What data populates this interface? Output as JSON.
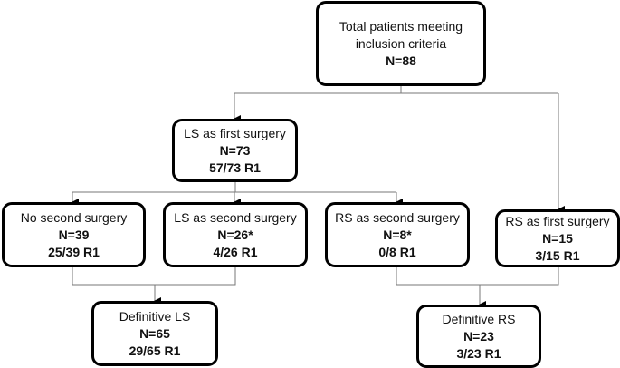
{
  "nodes": {
    "total": {
      "title_line1": "Total patients meeting",
      "title_line2": "inclusion criteria",
      "n": "N=88"
    },
    "ls_first": {
      "title": "LS as first surgery",
      "n": "N=73",
      "r1": "57/73 R1"
    },
    "no_second": {
      "title": "No second surgery",
      "n": "N=39",
      "r1": "25/39 R1"
    },
    "ls_second": {
      "title": "LS as second surgery",
      "n": "N=26*",
      "r1": "4/26 R1"
    },
    "rs_second": {
      "title": "RS as second surgery",
      "n": "N=8*",
      "r1": "0/8 R1"
    },
    "rs_first": {
      "title": "RS as first surgery",
      "n": "N=15",
      "r1": "3/15 R1"
    },
    "def_ls": {
      "title": "Definitive LS",
      "n": "N=65",
      "r1": "29/65 R1"
    },
    "def_rs": {
      "title": "Definitive RS",
      "n": "N=23",
      "r1": "3/23 R1"
    }
  }
}
